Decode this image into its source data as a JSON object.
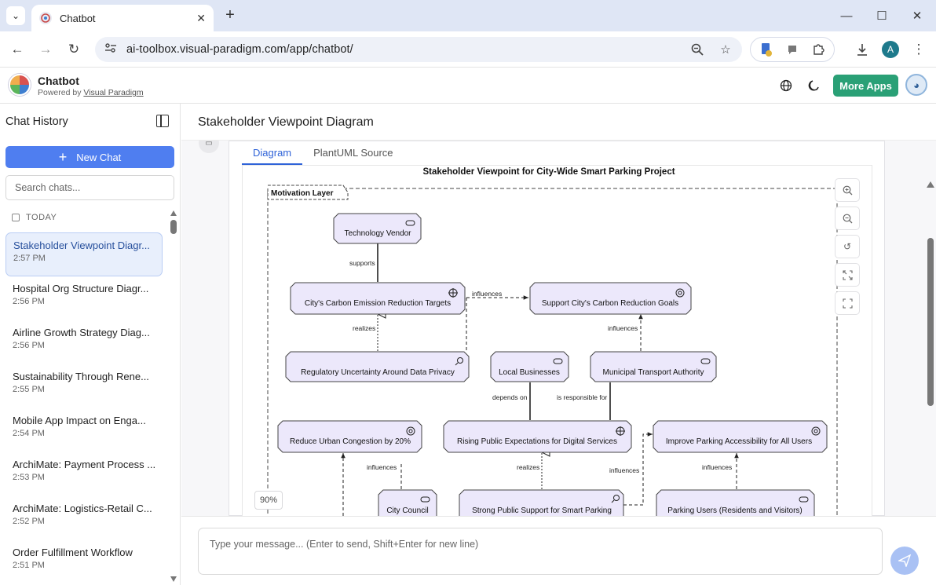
{
  "browser": {
    "tab_title": "Chatbot",
    "url": "ai-toolbox.visual-paradigm.com/app/chatbot/",
    "avatar_letter": "A"
  },
  "header": {
    "title": "Chatbot",
    "powered_by": "Powered by",
    "powered_link": "Visual Paradigm",
    "more_apps": "More Apps"
  },
  "sidebar": {
    "title": "Chat History",
    "new_chat": "New Chat",
    "search_placeholder": "Search chats...",
    "section": "TODAY",
    "items": [
      {
        "name": "Stakeholder Viewpoint Diagr...",
        "time": "2:57 PM"
      },
      {
        "name": "Hospital Org Structure Diagr...",
        "time": "2:56 PM"
      },
      {
        "name": "Airline Growth Strategy Diag...",
        "time": "2:56 PM"
      },
      {
        "name": "Sustainability Through Rene...",
        "time": "2:55 PM"
      },
      {
        "name": "Mobile App Impact on Enga...",
        "time": "2:54 PM"
      },
      {
        "name": "ArchiMate: Payment Process ...",
        "time": "2:53 PM"
      },
      {
        "name": "ArchiMate: Logistics-Retail C...",
        "time": "2:52 PM"
      },
      {
        "name": "Order Fulfillment Workflow",
        "time": "2:51 PM"
      }
    ]
  },
  "main": {
    "title": "Stakeholder Viewpoint Diagram",
    "tabs": [
      "Diagram",
      "PlantUML Source"
    ],
    "zoom": "90%",
    "input_placeholder": "Type your message... (Enter to send, Shift+Enter for new line)"
  },
  "diagram": {
    "title": "Stakeholder Viewpoint for City-Wide Smart Parking Project",
    "layer": "Motivation Layer",
    "nodes": {
      "tech_vendor": "Technology Vendor",
      "carbon_targets": "City's Carbon Emission Reduction Targets",
      "support_goals": "Support City's Carbon Reduction Goals",
      "reg_uncertainty": "Regulatory Uncertainty Around Data Privacy",
      "local_biz": "Local Businesses",
      "transport_auth": "Municipal Transport Authority",
      "reduce_congestion": "Reduce Urban Congestion by 20%",
      "public_expect": "Rising Public Expectations for Digital Services",
      "improve_parking": "Improve Parking Accessibility for All Users",
      "city_council": "City Council",
      "public_support": "Strong Public Support for Smart Parking",
      "parking_users": "Parking Users (Residents and Visitors)"
    },
    "labels": {
      "supports": "supports",
      "influences": "influences",
      "realizes": "realizes",
      "depends_on": "depends on",
      "responsible_for": "is responsible for"
    }
  }
}
